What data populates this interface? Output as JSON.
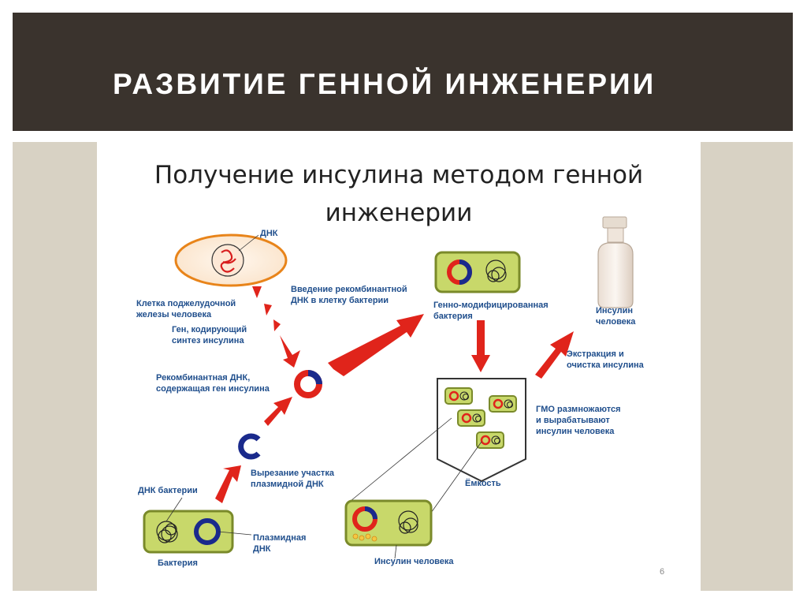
{
  "slide": {
    "title": "РАЗВИТИЕ ГЕННОЙ ИНЖЕНЕРИИ",
    "page_number": "6"
  },
  "diagram": {
    "heading": "Получение инсулина методом генной инженерии",
    "labels": {
      "dnk": "ДНК",
      "pancreas_cell_1": "Клетка поджелудочной",
      "pancreas_cell_2": "железы человека",
      "gene_1": "Ген, кодирующий",
      "gene_2": "синтез инсулина",
      "recombinant_1": "Рекомбинантная ДНК,",
      "recombinant_2": "содержащая ген инсулина",
      "intro_1": "Введение рекомбинантной",
      "intro_2": "ДНК в клетку бактерии",
      "gmo_bact_1": "Генно-модифицированная",
      "gmo_bact_2": "бактерия",
      "insulin_1": "Инсулин",
      "insulin_2": "человека",
      "extract_1": "Экстракция и",
      "extract_2": "очистка инсулина",
      "gmo_mult_1": "ГМО размножаются",
      "gmo_mult_2": "и вырабатывают",
      "gmo_mult_3": "инсулин человека",
      "tank": "Ёмкость",
      "cut_1": "Вырезание участка",
      "cut_2": "плазмидной ДНК",
      "bact_dnk": "ДНК бактерии",
      "plasmid_1": "Плазмидная",
      "plasmid_2": "ДНК",
      "bacterium": "Бактерия",
      "human_insulin": "Инсулин человека"
    },
    "colors": {
      "title_bar": "#3a332d",
      "side_band": "#d8d2c4",
      "label_text": "#1f4e8c",
      "arrow_red": "#e0241b",
      "plasmid_blue": "#1a2a8c",
      "bacterium_fill": "#c8d86a",
      "bacterium_border": "#7a8a2a",
      "cell_border": "#e8841a"
    },
    "icons": {
      "bottle": "insulin-bottle-icon",
      "tank": "fermentation-tank-icon"
    }
  }
}
